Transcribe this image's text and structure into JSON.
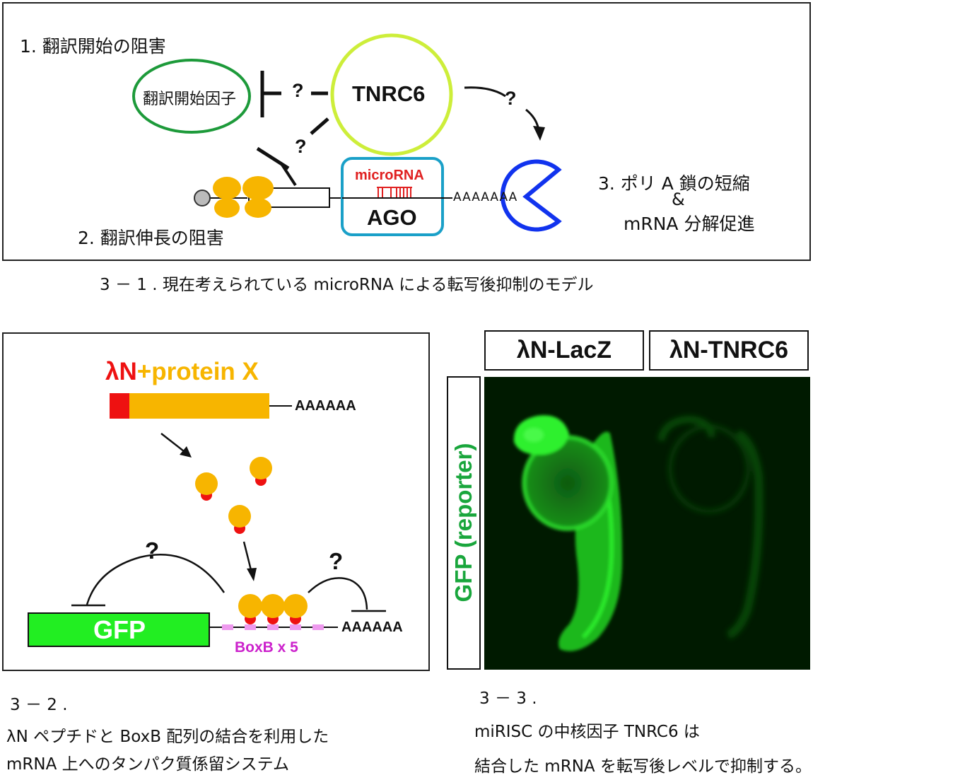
{
  "panel1": {
    "step1": "1. 翻訳開始の阻害",
    "factor": "翻訳開始因子",
    "tnrc6": "TNRC6",
    "q": "?",
    "microrna": "microRNA",
    "ago": "AGO",
    "polya": "AAAAAAA",
    "step2": "2. 翻訳伸長の阻害",
    "step3_line1": "3.  ポリ A 鎖の短縮",
    "step3_amp": "&",
    "step3_line2": "mRNA 分解促進",
    "caption": "3 － 1 . 現在考えられている microRNA による転写後抑制のモデル"
  },
  "panel2": {
    "lambda_n": "λN",
    "plus_protein": "+protein X",
    "polya": "AAAAAA",
    "q": "?",
    "gfp": "GFP",
    "boxb": "BoxB x 5",
    "caption_num": "3 － 2 .",
    "caption_line1": "λN ペプチドと BoxB 配列の結合を利用した",
    "caption_line2": "mRNA 上へのタンパク質係留システム"
  },
  "panel3": {
    "col1": "λN-LacZ",
    "col2": "λN-TNRC6",
    "row_label": "GFP (reporter)",
    "caption_num": "3 － 3 .",
    "caption_line1": "miRISC の中核因子 TNRC6 は",
    "caption_line2": "結合した mRNA を転写後レベルで抑制する。"
  },
  "colors": {
    "ribosome": "#f7b500",
    "green_oval": "#1d9a3a",
    "tnrc6_circle": "#cdee3a",
    "ago_box": "#1aa0c8",
    "microrna_red": "#e02020",
    "pacman_blue": "#1133ee",
    "gfp_green": "#22ee22",
    "boxb_magenta": "#cc22cc",
    "boxb_pink": "#ee99ee",
    "lambda_red": "#ee1111",
    "protein_orange": "#f7b500",
    "embryo_bg": "#001a00",
    "embryo_green": "#22dd22",
    "reporter_green": "#19a63c"
  }
}
